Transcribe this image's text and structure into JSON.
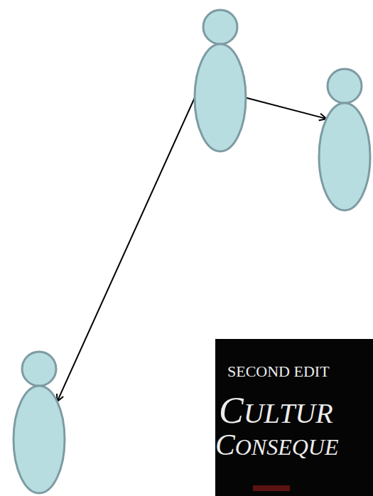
{
  "diagram": {
    "nodes": [
      {
        "text": []
      },
      {
        "text": []
      },
      {
        "text": []
      }
    ],
    "edges": [
      {
        "from": 0,
        "to": 1,
        "arrow": "to"
      },
      {
        "from": 0,
        "to": 2,
        "arrow": "to"
      }
    ],
    "labels": [
      "SECOND EDIT",
      "CULTUR",
      "CONSEQUE"
    ]
  }
}
